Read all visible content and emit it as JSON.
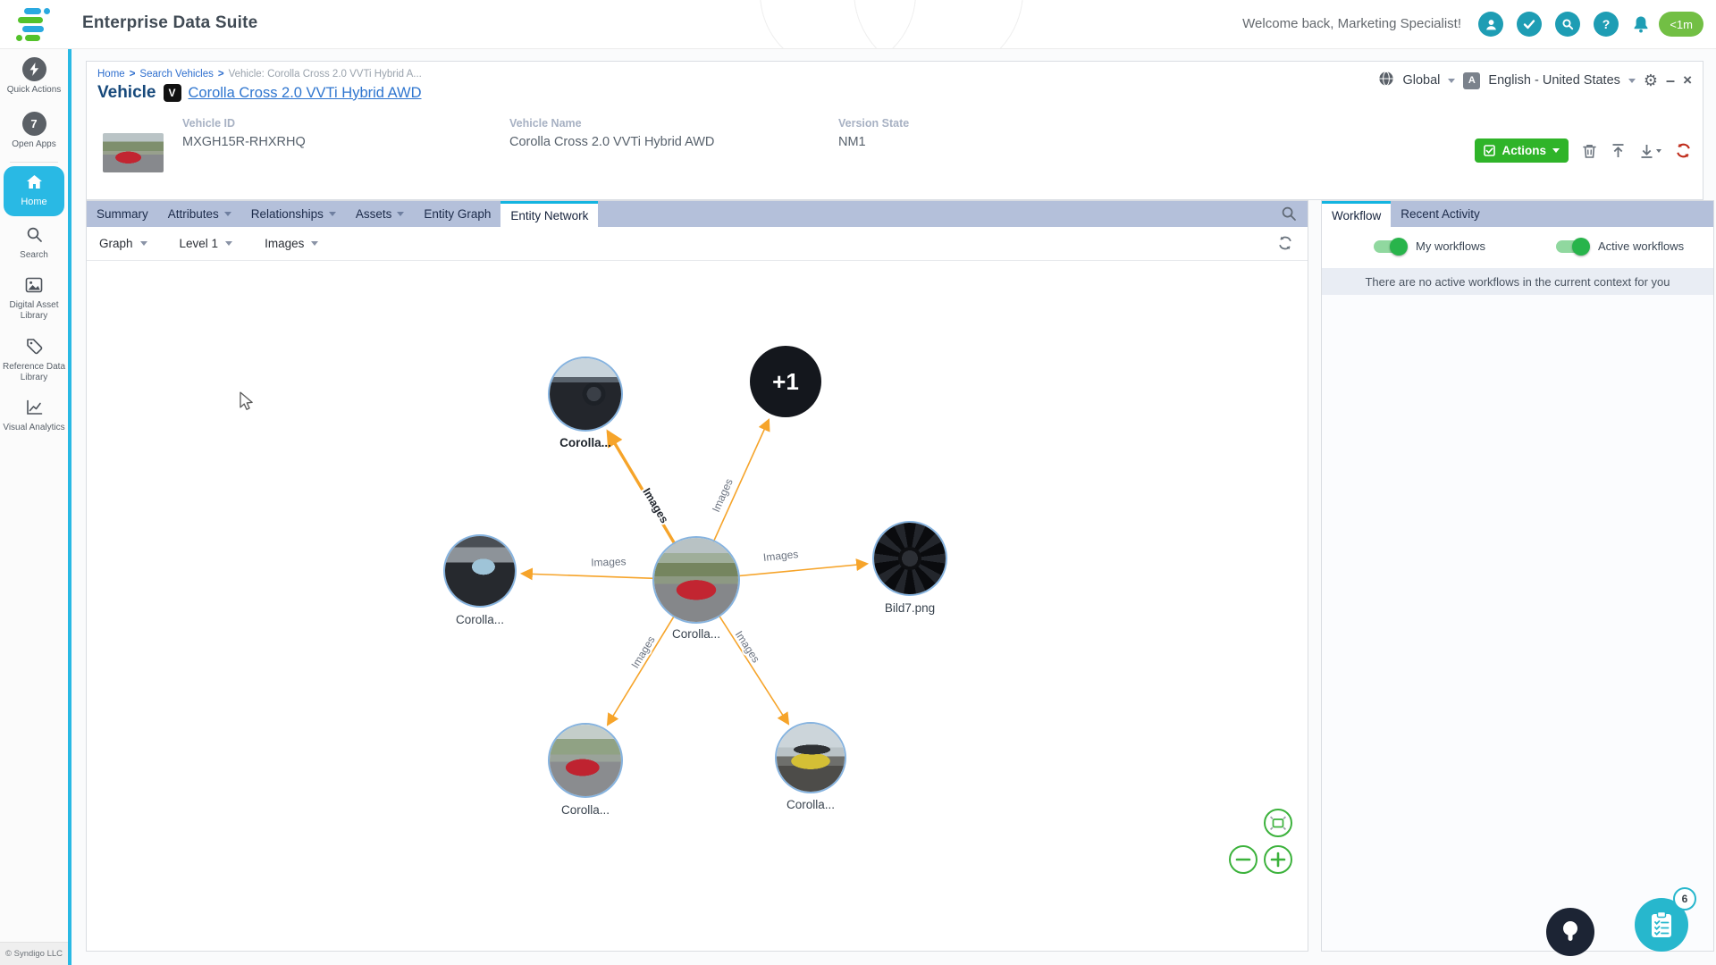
{
  "colors": {
    "accent_cyan": "#29b9e4",
    "tab_bar_bg": "#b4c0da",
    "active_tab_border": "#14b4e0",
    "header_icon_teal": "#1e9db4",
    "session_badge_green": "#72bf44",
    "actions_button_green": "#2fb429",
    "edge_orange": "#f6a42a",
    "toggle_green": "#28b44b",
    "graph_control_green": "#3cb23c",
    "sync_icon_red": "#bf2b1a"
  },
  "header": {
    "app_title": "Enterprise Data Suite",
    "welcome_text": "Welcome back, Marketing Specialist!",
    "session_badge": "<1m"
  },
  "sidebar": {
    "quick_actions_label": "Quick Actions",
    "open_apps_label": "Open Apps",
    "open_apps_count": "7",
    "items": [
      {
        "label": "Home",
        "active": true
      },
      {
        "label": "Search",
        "active": false
      },
      {
        "label": "Digital Asset Library",
        "active": false
      },
      {
        "label": "Reference Data Library",
        "active": false
      },
      {
        "label": "Visual Analytics",
        "active": false
      }
    ],
    "footer": "© Syndigo LLC"
  },
  "breadcrumb": {
    "separator": ">",
    "items": [
      "Home",
      "Search Vehicles",
      "Vehicle: Corolla Cross 2.0 VVTi Hybrid A..."
    ]
  },
  "entity": {
    "type_label": "Vehicle",
    "badge": "V",
    "name": "Corolla Cross 2.0 VVTi Hybrid AWD",
    "fields": [
      {
        "label": "Vehicle ID",
        "value": "MXGH15R-RHXRHQ"
      },
      {
        "label": "Vehicle Name",
        "value": "Corolla Cross 2.0 VVTi Hybrid AWD"
      },
      {
        "label": "Version State",
        "value": "NM1"
      }
    ]
  },
  "locale_bar": {
    "scope": "Global",
    "language": "English - United States"
  },
  "actions": {
    "button_label": "Actions"
  },
  "tabs": [
    {
      "label": "Summary"
    },
    {
      "label": "Attributes"
    },
    {
      "label": "Relationships"
    },
    {
      "label": "Assets"
    },
    {
      "label": "Entity Graph"
    },
    {
      "label": "Entity Network",
      "active": true
    }
  ],
  "graph_toolbar": {
    "view": "Graph",
    "level": "Level 1",
    "relationship": "Images"
  },
  "network": {
    "center_node": {
      "label": "Corolla...",
      "image": "red-corolla-front"
    },
    "nodes": [
      {
        "label": "Corolla...",
        "image": "dashboard-interior",
        "emphasis": true
      },
      {
        "label": "+1",
        "type": "overflow-count"
      },
      {
        "label": "Corolla...",
        "image": "cabin-interior"
      },
      {
        "label": "Bild7.png",
        "image": "alloy-wheel"
      },
      {
        "label": "Corolla...",
        "image": "red-corolla-road"
      },
      {
        "label": "Corolla...",
        "image": "yellow-corolla-side"
      }
    ],
    "edges": [
      {
        "label": "Images",
        "to": "dashboard-interior",
        "highlighted": true
      },
      {
        "label": "Images",
        "to": "overflow-count",
        "highlighted": false
      },
      {
        "label": "Images",
        "to": "cabin-interior",
        "highlighted": false
      },
      {
        "label": "Images",
        "to": "alloy-wheel",
        "highlighted": false
      },
      {
        "label": "Images",
        "to": "red-corolla-road",
        "highlighted": false
      },
      {
        "label": "Images",
        "to": "yellow-corolla-side",
        "highlighted": false
      }
    ]
  },
  "workflow_panel": {
    "tabs": [
      {
        "label": "Workflow",
        "active": true
      },
      {
        "label": "Recent Activity",
        "active": false
      }
    ],
    "toggles": [
      {
        "label": "My workflows",
        "on": true
      },
      {
        "label": "Active workflows",
        "on": true
      }
    ],
    "empty_message": "There are no active workflows in the current context for you"
  },
  "floating": {
    "task_badge_count": "6"
  },
  "icons": {
    "header_right": [
      "profile-icon",
      "tasks-check-icon",
      "search-icon",
      "help-icon",
      "notifications-bell-icon"
    ],
    "locale_bar": [
      "globe-icon",
      "translate-icon",
      "settings-gear-icon",
      "minimize-icon",
      "close-icon"
    ],
    "entity_toolbar": [
      "checkbox-icon",
      "delete-icon",
      "upload-icon",
      "download-icon",
      "sync-icon"
    ],
    "graph_controls": [
      "fit-view-icon",
      "zoom-out-icon",
      "zoom-in-icon"
    ],
    "floating": [
      "idea-bulb-icon",
      "task-list-icon"
    ]
  }
}
